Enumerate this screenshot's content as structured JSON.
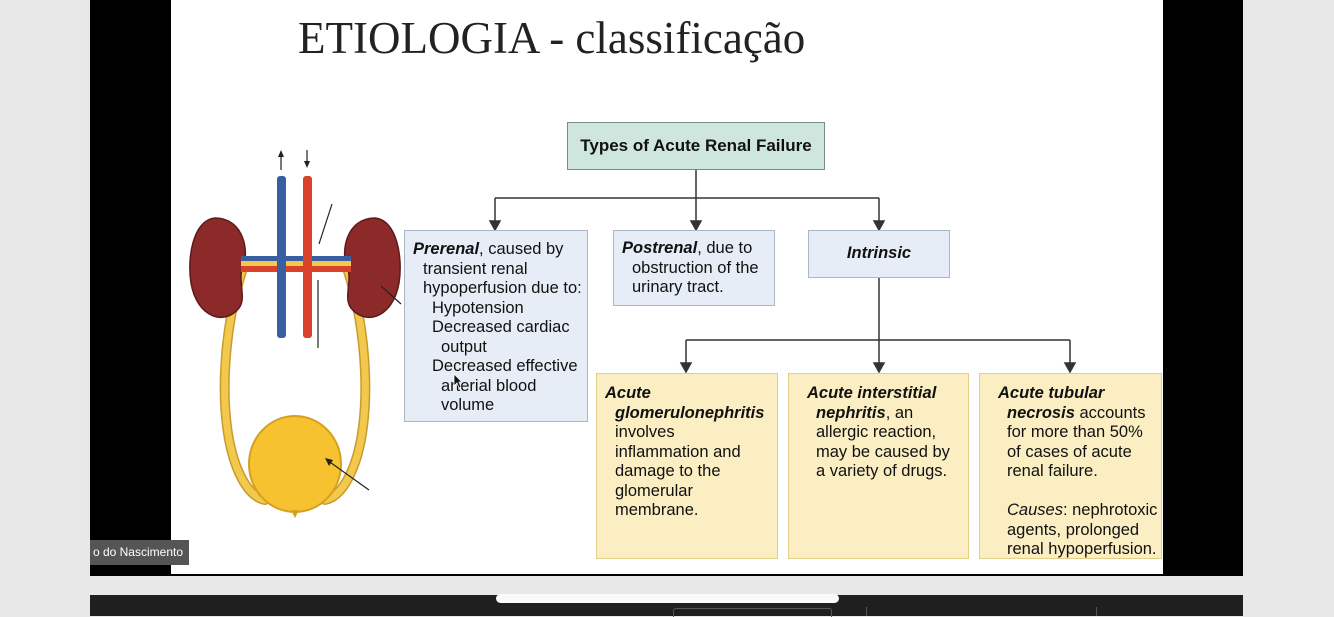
{
  "slide": {
    "title": "ETIOLOGIA - classificação",
    "diagram": {
      "root": "Types of Acute Renal Failure",
      "prerenal": {
        "term": "Prerenal",
        "lines": [
          ", caused by",
          "transient renal",
          "hypoperfusion due to:",
          "Hypotension",
          "Decreased cardiac",
          "output",
          "Decreased effective",
          "arterial blood",
          "volume"
        ]
      },
      "postrenal": {
        "term": "Postrenal",
        "lines": [
          ", due to",
          "obstruction of the",
          "urinary tract."
        ]
      },
      "intrinsic": {
        "term": "Intrinsic"
      },
      "glomerulonephritis": {
        "term_line1": "Acute",
        "term_line2": "glomerulonephritis",
        "lines": [
          "involves",
          "inflammation and",
          "damage to the",
          "glomerular",
          "membrane."
        ]
      },
      "interstitial": {
        "term_line1": "Acute interstitial",
        "term_line2": "nephritis",
        "lines": [
          ", an",
          "allergic reaction,",
          "may be caused by",
          "a variety of drugs."
        ]
      },
      "tubular": {
        "term_line1": "Acute tubular",
        "term_line2": "necrosis",
        "lines": [
          " accounts",
          "for more than 50%",
          "of cases of acute",
          "renal failure."
        ],
        "causes_label": "Causes",
        "causes_lines": [
          ": nephrotoxic",
          "agents, prolonged",
          "renal hypoperfusion."
        ]
      }
    }
  },
  "participant": {
    "name": "o do Nascimento"
  },
  "colors": {
    "root_fill": "#cfe6df",
    "blue_fill": "#e6edf6",
    "yellow_fill": "#fbeec2",
    "kidney": "#8c2a2a",
    "vein": "#3a5fa0",
    "artery": "#d9412b",
    "ureter": "#f2c94c",
    "bladder": "#f6c230"
  },
  "icons": [
    "cursor-icon",
    "kidney-illustration"
  ]
}
